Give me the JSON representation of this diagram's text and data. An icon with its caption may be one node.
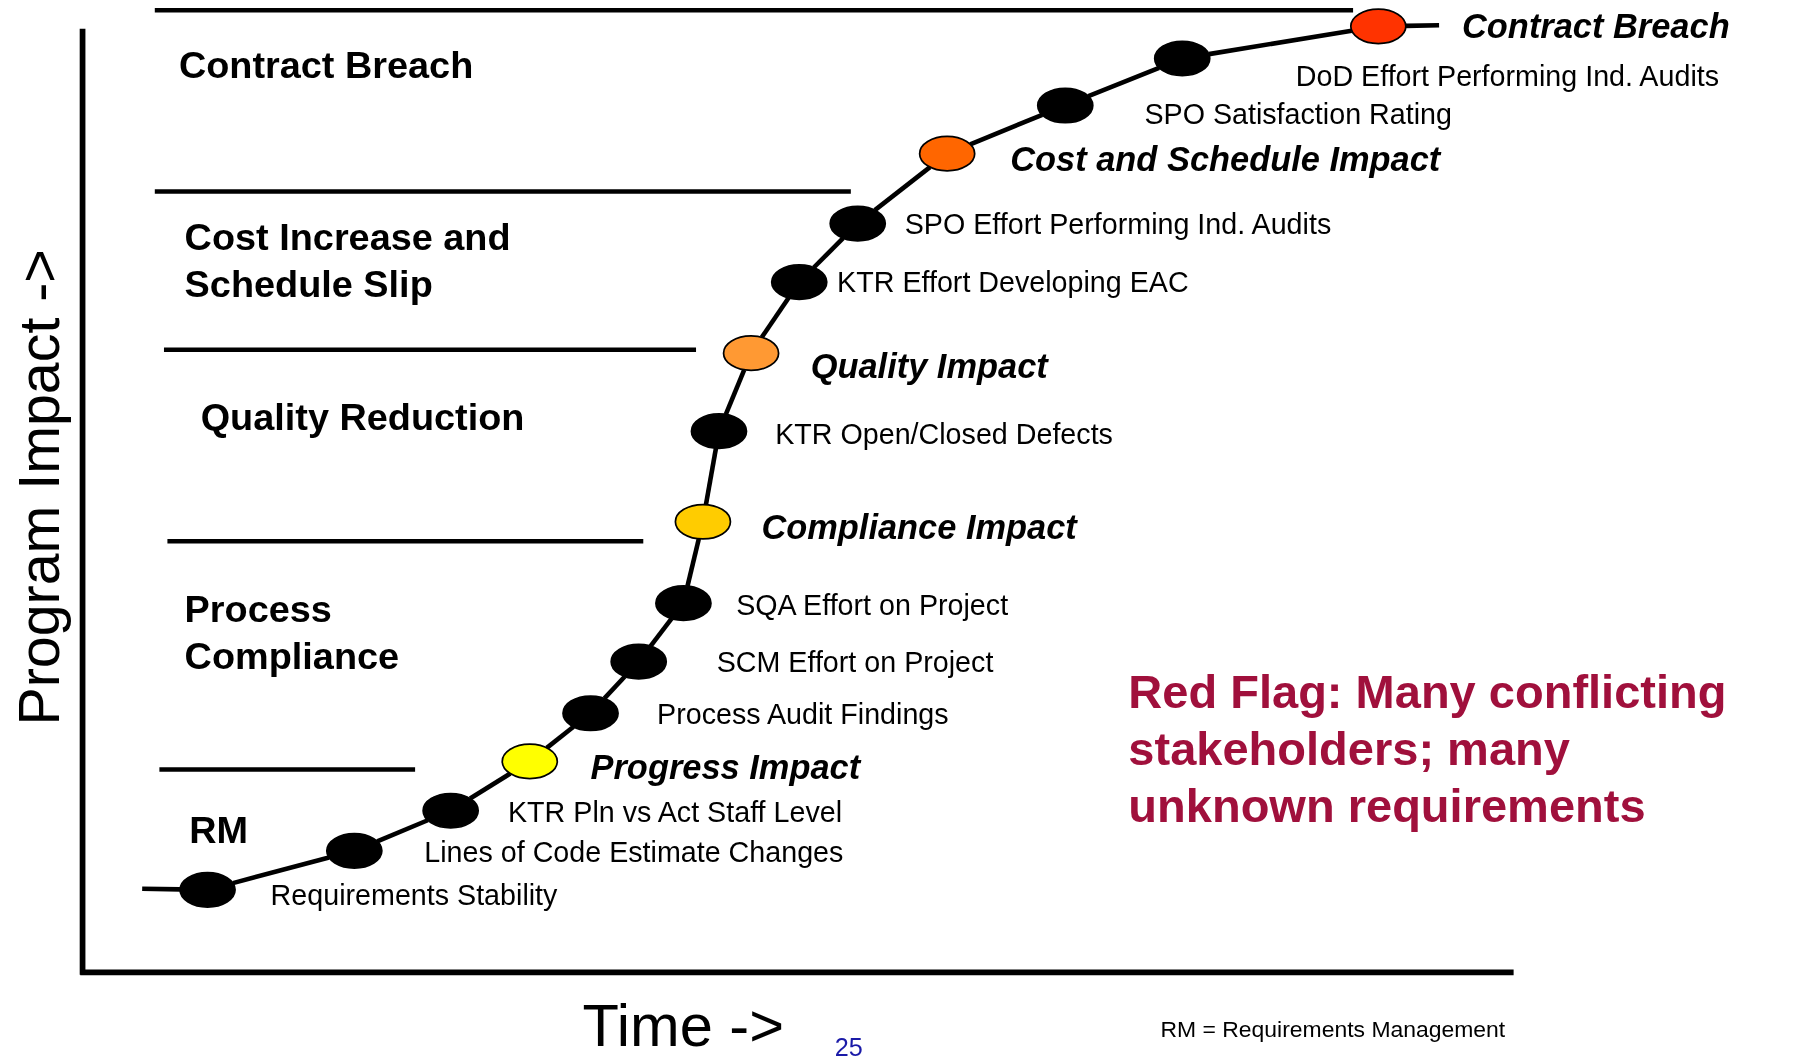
{
  "diagram": {
    "nodes": [
      {
        "text": [],
        "shape": "circle"
      },
      {
        "text": [],
        "shape": "circle"
      },
      {
        "text": [],
        "shape": "circle",
        "beside": [
          "KTR Pln vs Act Staff Level"
        ]
      },
      {
        "text": [],
        "shape": "circle",
        "beside": [
          "Progress Impact"
        ]
      },
      {
        "text": [],
        "shape": "circle"
      },
      {
        "text": [],
        "shape": "circle"
      },
      {
        "text": [],
        "shape": "circle",
        "beside": [
          "SQA Effort on Project"
        ]
      },
      {
        "text": [],
        "shape": "circle",
        "beside": [
          "Compliance Impact"
        ]
      },
      {
        "text": [],
        "shape": "circle",
        "beside": [
          "KTR Open/Closed Defects"
        ]
      },
      {
        "text": [],
        "shape": "circle",
        "beside": [
          "Quality Impact"
        ]
      },
      {
        "text": [],
        "shape": "circle",
        "beside": [
          "KTR Effort Developing EAC"
        ]
      },
      {
        "text": [],
        "shape": "circle",
        "beside": [
          "SPO Effort Performing Ind. Audits"
        ]
      },
      {
        "text": [],
        "shape": "circle",
        "beside": [
          "Cost and Schedule Impact"
        ]
      },
      {
        "text": [],
        "shape": "circle"
      },
      {
        "text": [],
        "shape": "circle"
      },
      {
        "text": [],
        "shape": "circle",
        "beside": [
          "Contract Breach"
        ]
      }
    ],
    "edges": [
      {
        "from": null,
        "to": 0,
        "arrow": "none"
      },
      {
        "from": 0,
        "to": 1,
        "arrow": "none"
      },
      {
        "from": 1,
        "to": 2,
        "arrow": "none"
      },
      {
        "from": 2,
        "to": 3,
        "arrow": "none"
      },
      {
        "from": 3,
        "to": 4,
        "arrow": "none"
      },
      {
        "from": 4,
        "to": 5,
        "arrow": "none"
      },
      {
        "from": 5,
        "to": 6,
        "arrow": "none"
      },
      {
        "from": 6,
        "to": 7,
        "arrow": "none"
      },
      {
        "from": 7,
        "to": 8,
        "arrow": "none"
      },
      {
        "from": 8,
        "to": 9,
        "arrow": "none"
      },
      {
        "from": 9,
        "to": 10,
        "arrow": "none"
      },
      {
        "from": 10,
        "to": 11,
        "arrow": "none"
      },
      {
        "from": 11,
        "to": 12,
        "arrow": "none"
      },
      {
        "from": 12,
        "to": 13,
        "arrow": "none"
      },
      {
        "from": 13,
        "to": 14,
        "arrow": "none"
      },
      {
        "from": 14,
        "to": 15,
        "arrow": "none"
      },
      {
        "from": 15,
        "to": null,
        "arrow": "none"
      }
    ],
    "labels": [
      "Contract Breach",
      "Cost Increase and Schedule Slip",
      "Quality Reduction",
      "Process Compliance",
      "RM",
      "Program Impact ->",
      "Red Flag:  Many conflicting stakeholders; many unknown requirements",
      "Time ->",
      "25",
      "RM = Requirements Management",
      "DoD Effort Performing  Ind. Audits",
      "SPO Satisfaction Rating",
      "SCM Effort on Project",
      "Process Audit Findings",
      "Lines of Code Estimate Changes",
      "Requirements Stability"
    ]
  }
}
